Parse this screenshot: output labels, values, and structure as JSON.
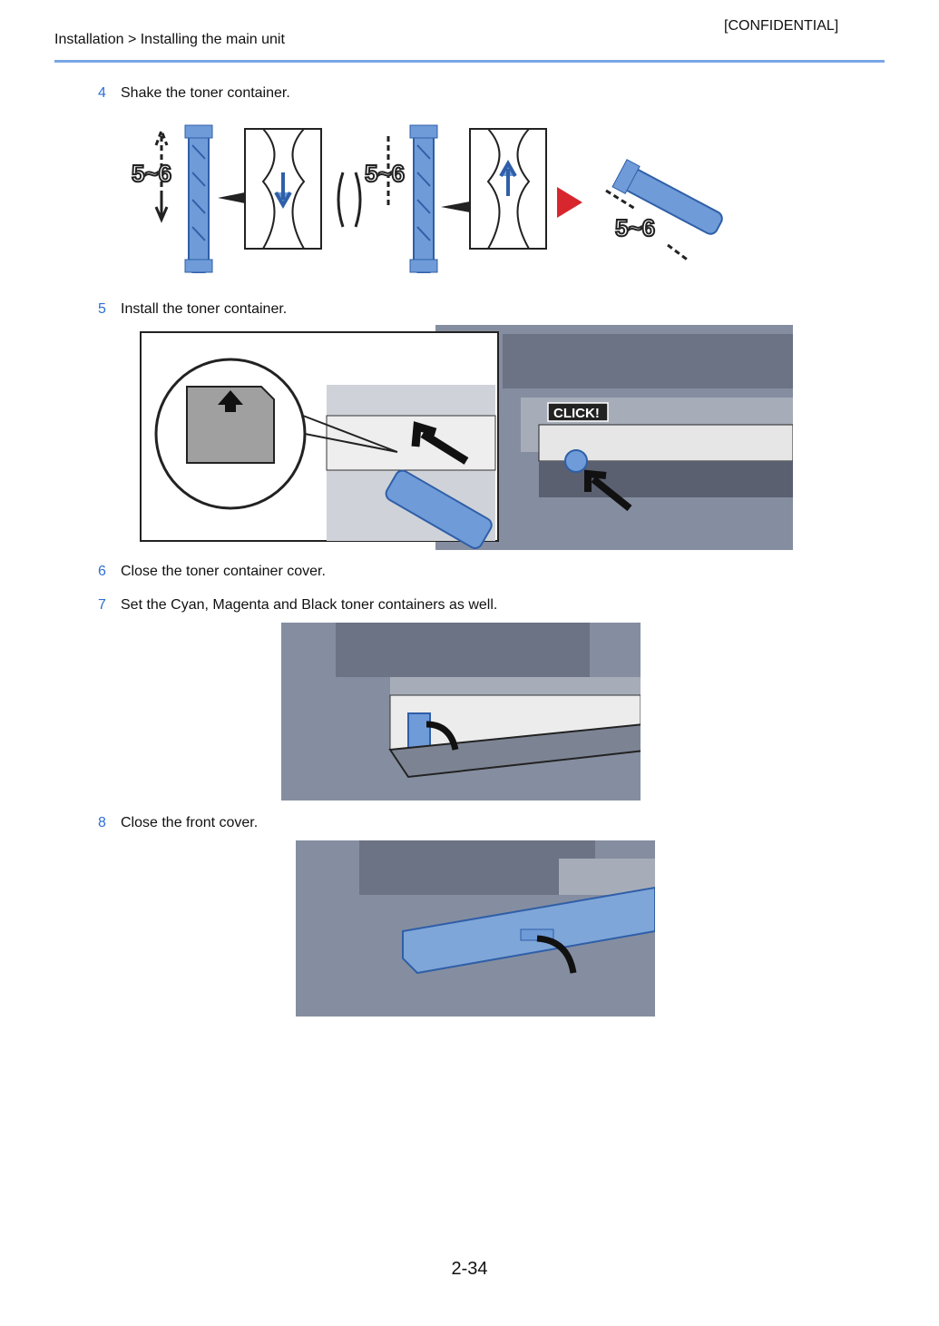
{
  "header": {
    "breadcrumb": "Installation > Installing the main unit",
    "confidential": "[CONFIDENTIAL]"
  },
  "steps": [
    {
      "num": "4",
      "text": "Shake the toner container."
    },
    {
      "num": "5",
      "text": "Install the toner container."
    },
    {
      "num": "6",
      "text": "Close the toner container cover."
    },
    {
      "num": "7",
      "text": "Set the Cyan, Magenta and Black toner containers as well."
    },
    {
      "num": "8",
      "text": "Close the front cover."
    }
  ],
  "figures": {
    "shake_label": "5~6",
    "click_label": "CLICK!"
  },
  "colors": {
    "accent_blue": "#2e6fd8",
    "toner_blue": "#6f9bd8",
    "machine_gray": "#858ea0",
    "header_rule": "#7aa6e8",
    "arrow_red": "#d8262e"
  },
  "footer": {
    "page_number": "2-34"
  }
}
